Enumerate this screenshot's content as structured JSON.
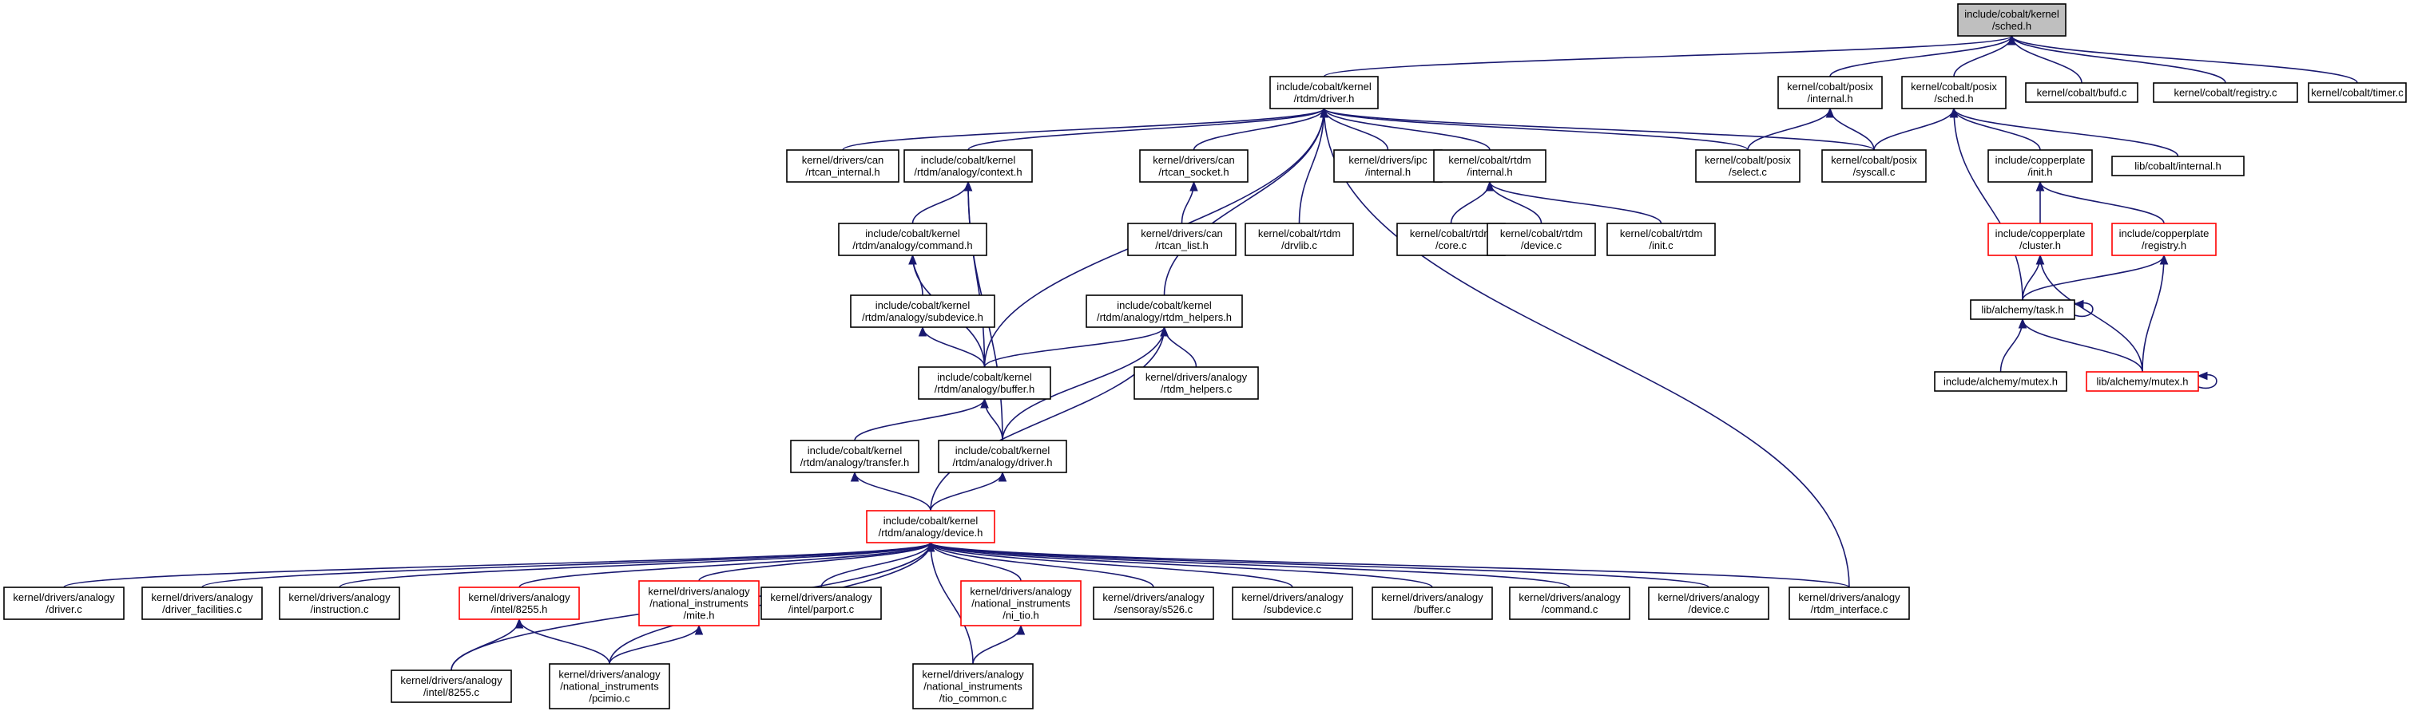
{
  "graph": {
    "title": "",
    "colors": {
      "edge": "#191970",
      "root_fill": "#bfbfbf",
      "node_border": "#000000",
      "highlight_border": "#ff0000"
    },
    "nodes": [
      {
        "id": "sched_h",
        "lines": [
          "include/cobalt/kernel",
          "/sched.h"
        ],
        "style": "root"
      },
      {
        "id": "rtdm_driver_h",
        "lines": [
          "include/cobalt/kernel",
          "/rtdm/driver.h"
        ],
        "style": "normal"
      },
      {
        "id": "posix_internal_h",
        "lines": [
          "kernel/cobalt/posix",
          "/internal.h"
        ],
        "style": "normal"
      },
      {
        "id": "posix_sched_h",
        "lines": [
          "kernel/cobalt/posix",
          "/sched.h"
        ],
        "style": "normal"
      },
      {
        "id": "bufd_c",
        "lines": [
          "kernel/cobalt/bufd.c"
        ],
        "style": "normal"
      },
      {
        "id": "registry_c",
        "lines": [
          "kernel/cobalt/registry.c"
        ],
        "style": "normal"
      },
      {
        "id": "timer_c",
        "lines": [
          "kernel/cobalt/timer.c"
        ],
        "style": "normal"
      },
      {
        "id": "can_rtcan_internal_h",
        "lines": [
          "kernel/drivers/can",
          "/rtcan_internal.h"
        ],
        "style": "normal"
      },
      {
        "id": "analogy_context_h",
        "lines": [
          "include/cobalt/kernel",
          "/rtdm/analogy/context.h"
        ],
        "style": "normal"
      },
      {
        "id": "can_rtcan_socket_h",
        "lines": [
          "kernel/drivers/can",
          "/rtcan_socket.h"
        ],
        "style": "normal"
      },
      {
        "id": "ipc_internal_h",
        "lines": [
          "kernel/drivers/ipc",
          "/internal.h"
        ],
        "style": "normal"
      },
      {
        "id": "rtdm_internal_h",
        "lines": [
          "kernel/cobalt/rtdm",
          "/internal.h"
        ],
        "style": "normal"
      },
      {
        "id": "posix_select_c",
        "lines": [
          "kernel/cobalt/posix",
          "/select.c"
        ],
        "style": "normal"
      },
      {
        "id": "posix_syscall_c",
        "lines": [
          "kernel/cobalt/posix",
          "/syscall.c"
        ],
        "style": "normal"
      },
      {
        "id": "copperplate_init_h",
        "lines": [
          "include/copperplate",
          "/init.h"
        ],
        "style": "normal"
      },
      {
        "id": "lib_cobalt_internal_h",
        "lines": [
          "lib/cobalt/internal.h"
        ],
        "style": "normal"
      },
      {
        "id": "analogy_command_h",
        "lines": [
          "include/cobalt/kernel",
          "/rtdm/analogy/command.h"
        ],
        "style": "normal"
      },
      {
        "id": "can_rtcan_list_h",
        "lines": [
          "kernel/drivers/can",
          "/rtcan_list.h"
        ],
        "style": "normal"
      },
      {
        "id": "rtdm_drvlib_c",
        "lines": [
          "kernel/cobalt/rtdm",
          "/drvlib.c"
        ],
        "style": "normal"
      },
      {
        "id": "rtdm_core_c",
        "lines": [
          "kernel/cobalt/rtdm",
          "/core.c"
        ],
        "style": "normal"
      },
      {
        "id": "rtdm_device_c",
        "lines": [
          "kernel/cobalt/rtdm",
          "/device.c"
        ],
        "style": "normal"
      },
      {
        "id": "rtdm_init_c",
        "lines": [
          "kernel/cobalt/rtdm",
          "/init.c"
        ],
        "style": "normal"
      },
      {
        "id": "copperplate_cluster_h",
        "lines": [
          "include/copperplate",
          "/cluster.h"
        ],
        "style": "red"
      },
      {
        "id": "copperplate_registry_h",
        "lines": [
          "include/copperplate",
          "/registry.h"
        ],
        "style": "red"
      },
      {
        "id": "analogy_subdevice_h",
        "lines": [
          "include/cobalt/kernel",
          "/rtdm/analogy/subdevice.h"
        ],
        "style": "normal"
      },
      {
        "id": "analogy_rtdm_helpers_h",
        "lines": [
          "include/cobalt/kernel",
          "/rtdm/analogy/rtdm_helpers.h"
        ],
        "style": "normal"
      },
      {
        "id": "alchemy_task_h",
        "lines": [
          "lib/alchemy/task.h"
        ],
        "style": "normal"
      },
      {
        "id": "analogy_buffer_h",
        "lines": [
          "include/cobalt/kernel",
          "/rtdm/analogy/buffer.h"
        ],
        "style": "normal"
      },
      {
        "id": "drv_rtdm_helpers_c",
        "lines": [
          "kernel/drivers/analogy",
          "/rtdm_helpers.c"
        ],
        "style": "normal"
      },
      {
        "id": "include_alchemy_mutex_h",
        "lines": [
          "include/alchemy/mutex.h"
        ],
        "style": "normal"
      },
      {
        "id": "lib_alchemy_mutex_h",
        "lines": [
          "lib/alchemy/mutex.h"
        ],
        "style": "red"
      },
      {
        "id": "analogy_transfer_h",
        "lines": [
          "include/cobalt/kernel",
          "/rtdm/analogy/transfer.h"
        ],
        "style": "normal"
      },
      {
        "id": "analogy_driver_h",
        "lines": [
          "include/cobalt/kernel",
          "/rtdm/analogy/driver.h"
        ],
        "style": "normal"
      },
      {
        "id": "analogy_device_h",
        "lines": [
          "include/cobalt/kernel",
          "/rtdm/analogy/device.h"
        ],
        "style": "red"
      },
      {
        "id": "drv_driver_c",
        "lines": [
          "kernel/drivers/analogy",
          "/driver.c"
        ],
        "style": "normal"
      },
      {
        "id": "drv_driver_facilities_c",
        "lines": [
          "kernel/drivers/analogy",
          "/driver_facilities.c"
        ],
        "style": "normal"
      },
      {
        "id": "drv_instruction_c",
        "lines": [
          "kernel/drivers/analogy",
          "/instruction.c"
        ],
        "style": "normal"
      },
      {
        "id": "drv_intel_8255_h",
        "lines": [
          "kernel/drivers/analogy",
          "/intel/8255.h"
        ],
        "style": "red"
      },
      {
        "id": "drv_ni_mite_h",
        "lines": [
          "kernel/drivers/analogy",
          "/national_instruments",
          "/mite.h"
        ],
        "style": "red"
      },
      {
        "id": "drv_intel_parport_c",
        "lines": [
          "kernel/drivers/analogy",
          "/intel/parport.c"
        ],
        "style": "normal"
      },
      {
        "id": "drv_ni_tio_h",
        "lines": [
          "kernel/drivers/analogy",
          "/national_instruments",
          "/ni_tio.h"
        ],
        "style": "red"
      },
      {
        "id": "drv_sensoray_s526_c",
        "lines": [
          "kernel/drivers/analogy",
          "/sensoray/s526.c"
        ],
        "style": "normal"
      },
      {
        "id": "drv_subdevice_c",
        "lines": [
          "kernel/drivers/analogy",
          "/subdevice.c"
        ],
        "style": "normal"
      },
      {
        "id": "drv_buffer_c",
        "lines": [
          "kernel/drivers/analogy",
          "/buffer.c"
        ],
        "style": "normal"
      },
      {
        "id": "drv_command_c",
        "lines": [
          "kernel/drivers/analogy",
          "/command.c"
        ],
        "style": "normal"
      },
      {
        "id": "drv_device_c",
        "lines": [
          "kernel/drivers/analogy",
          "/device.c"
        ],
        "style": "normal"
      },
      {
        "id": "drv_rtdm_interface_c",
        "lines": [
          "kernel/drivers/analogy",
          "/rtdm_interface.c"
        ],
        "style": "normal"
      },
      {
        "id": "drv_intel_8255_c",
        "lines": [
          "kernel/drivers/analogy",
          "/intel/8255.c"
        ],
        "style": "normal"
      },
      {
        "id": "drv_ni_pcimio_c",
        "lines": [
          "kernel/drivers/analogy",
          "/national_instruments",
          "/pcimio.c"
        ],
        "style": "normal"
      },
      {
        "id": "drv_ni_tio_common_c",
        "lines": [
          "kernel/drivers/analogy",
          "/national_instruments",
          "/tio_common.c"
        ],
        "style": "normal"
      }
    ],
    "edges": [
      [
        "rtdm_driver_h",
        "sched_h"
      ],
      [
        "posix_internal_h",
        "sched_h"
      ],
      [
        "posix_sched_h",
        "sched_h"
      ],
      [
        "bufd_c",
        "sched_h"
      ],
      [
        "registry_c",
        "sched_h"
      ],
      [
        "timer_c",
        "sched_h"
      ],
      [
        "can_rtcan_internal_h",
        "rtdm_driver_h"
      ],
      [
        "analogy_context_h",
        "rtdm_driver_h"
      ],
      [
        "can_rtcan_socket_h",
        "rtdm_driver_h"
      ],
      [
        "ipc_internal_h",
        "rtdm_driver_h"
      ],
      [
        "rtdm_internal_h",
        "rtdm_driver_h"
      ],
      [
        "posix_select_c",
        "rtdm_driver_h"
      ],
      [
        "posix_syscall_c",
        "rtdm_driver_h"
      ],
      [
        "rtdm_drvlib_c",
        "rtdm_driver_h"
      ],
      [
        "analogy_rtdm_helpers_h",
        "rtdm_driver_h"
      ],
      [
        "analogy_buffer_h",
        "rtdm_driver_h"
      ],
      [
        "drv_rtdm_interface_c",
        "rtdm_driver_h"
      ],
      [
        "posix_select_c",
        "posix_internal_h"
      ],
      [
        "posix_syscall_c",
        "posix_internal_h"
      ],
      [
        "posix_syscall_c",
        "posix_sched_h"
      ],
      [
        "copperplate_init_h",
        "posix_sched_h"
      ],
      [
        "lib_cobalt_internal_h",
        "posix_sched_h"
      ],
      [
        "alchemy_task_h",
        "posix_sched_h"
      ],
      [
        "copperplate_cluster_h",
        "copperplate_init_h"
      ],
      [
        "copperplate_registry_h",
        "copperplate_init_h"
      ],
      [
        "alchemy_task_h",
        "copperplate_cluster_h"
      ],
      [
        "lib_alchemy_mutex_h",
        "copperplate_cluster_h"
      ],
      [
        "alchemy_task_h",
        "copperplate_registry_h"
      ],
      [
        "lib_alchemy_mutex_h",
        "copperplate_registry_h"
      ],
      [
        "alchemy_task_h",
        "alchemy_task_h"
      ],
      [
        "include_alchemy_mutex_h",
        "alchemy_task_h"
      ],
      [
        "lib_alchemy_mutex_h",
        "alchemy_task_h"
      ],
      [
        "lib_alchemy_mutex_h",
        "lib_alchemy_mutex_h"
      ],
      [
        "can_rtcan_list_h",
        "can_rtcan_socket_h"
      ],
      [
        "rtdm_core_c",
        "rtdm_internal_h"
      ],
      [
        "rtdm_device_c",
        "rtdm_internal_h"
      ],
      [
        "rtdm_init_c",
        "rtdm_internal_h"
      ],
      [
        "analogy_command_h",
        "analogy_context_h"
      ],
      [
        "analogy_buffer_h",
        "analogy_context_h"
      ],
      [
        "analogy_driver_h",
        "analogy_context_h"
      ],
      [
        "analogy_subdevice_h",
        "analogy_command_h"
      ],
      [
        "analogy_buffer_h",
        "analogy_command_h"
      ],
      [
        "analogy_buffer_h",
        "analogy_subdevice_h"
      ],
      [
        "analogy_buffer_h",
        "analogy_rtdm_helpers_h"
      ],
      [
        "drv_rtdm_helpers_c",
        "analogy_rtdm_helpers_h"
      ],
      [
        "analogy_driver_h",
        "analogy_rtdm_helpers_h"
      ],
      [
        "analogy_device_h",
        "analogy_rtdm_helpers_h"
      ],
      [
        "analogy_transfer_h",
        "analogy_buffer_h"
      ],
      [
        "analogy_driver_h",
        "analogy_buffer_h"
      ],
      [
        "analogy_device_h",
        "analogy_transfer_h"
      ],
      [
        "analogy_device_h",
        "analogy_driver_h"
      ],
      [
        "drv_driver_c",
        "analogy_device_h"
      ],
      [
        "drv_driver_facilities_c",
        "analogy_device_h"
      ],
      [
        "drv_instruction_c",
        "analogy_device_h"
      ],
      [
        "drv_intel_8255_h",
        "analogy_device_h"
      ],
      [
        "drv_ni_mite_h",
        "analogy_device_h"
      ],
      [
        "drv_intel_parport_c",
        "analogy_device_h"
      ],
      [
        "drv_ni_tio_h",
        "analogy_device_h"
      ],
      [
        "drv_sensoray_s526_c",
        "analogy_device_h"
      ],
      [
        "drv_subdevice_c",
        "analogy_device_h"
      ],
      [
        "drv_buffer_c",
        "analogy_device_h"
      ],
      [
        "drv_command_c",
        "analogy_device_h"
      ],
      [
        "drv_device_c",
        "analogy_device_h"
      ],
      [
        "drv_rtdm_interface_c",
        "analogy_device_h"
      ],
      [
        "drv_intel_8255_c",
        "analogy_device_h"
      ],
      [
        "drv_ni_pcimio_c",
        "analogy_device_h"
      ],
      [
        "drv_ni_tio_common_c",
        "analogy_device_h"
      ],
      [
        "drv_intel_8255_c",
        "drv_intel_8255_h"
      ],
      [
        "drv_ni_pcimio_c",
        "drv_intel_8255_h"
      ],
      [
        "drv_ni_pcimio_c",
        "drv_ni_mite_h"
      ],
      [
        "drv_ni_tio_common_c",
        "drv_ni_tio_h"
      ]
    ]
  }
}
